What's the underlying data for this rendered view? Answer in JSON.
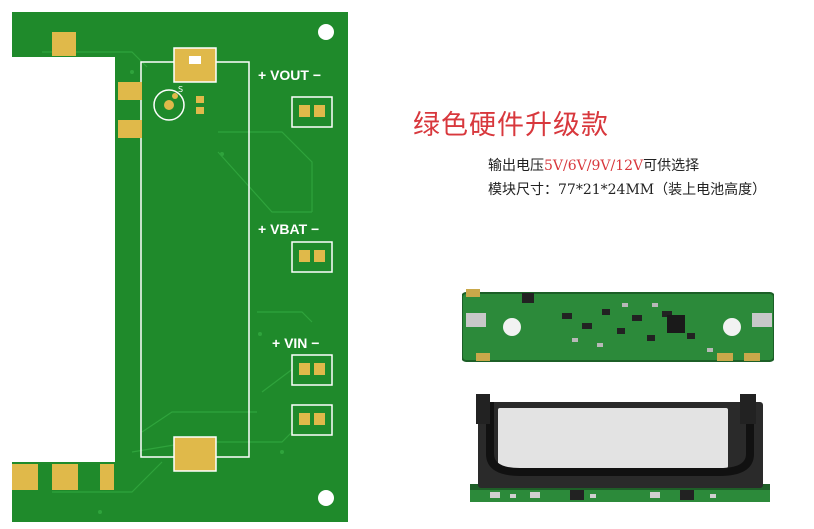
{
  "pcb": {
    "label_vout": "+ VOUT −",
    "label_vbat": "+ VBAT −",
    "label_vin": "+ VIN −",
    "silk_s": "S",
    "colors": {
      "board": "#1f8a2b",
      "pad": "#e0b94a",
      "silk": "#ffffff"
    }
  },
  "info": {
    "title": "绿色硬件升级款",
    "voltage_prefix": "输出电压",
    "voltages": "5V/6V/9V/12V",
    "voltage_suffix": "可供选择",
    "size_line": "模块尺寸：77*21*24MM（装上电池高度）"
  }
}
